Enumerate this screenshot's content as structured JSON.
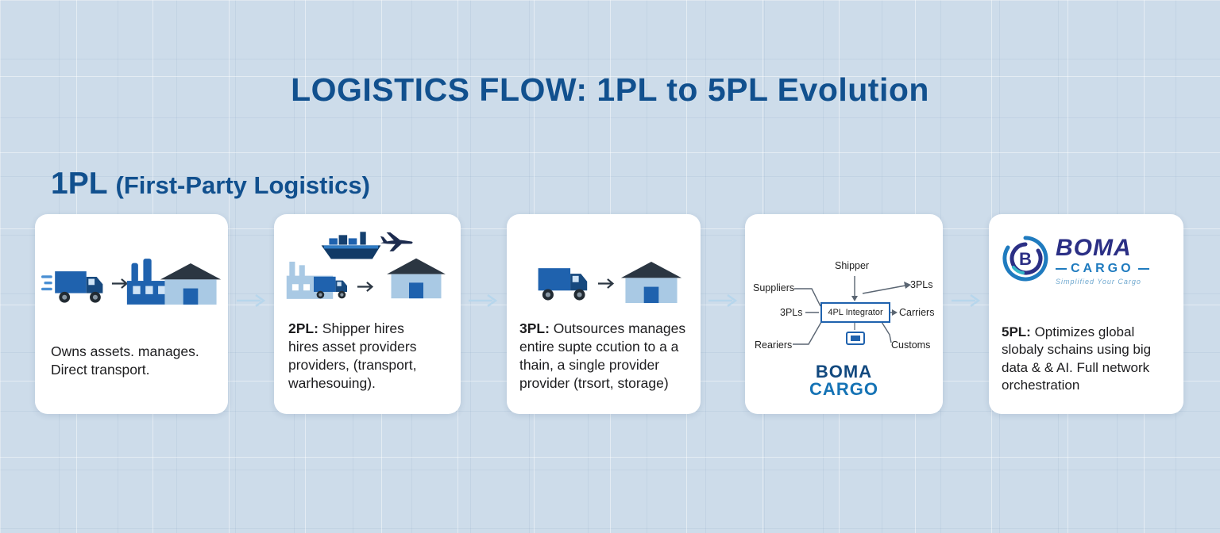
{
  "header": {
    "title": "LOGISTICS FLOW: 1PL to 5PL Evolution"
  },
  "section": {
    "heading_strong": "1PL",
    "heading_rest": "(First-Party Logistics)"
  },
  "cards": [
    {
      "name": "1PL",
      "label": "",
      "text": "Owns assets. manages.\nDirect transport.",
      "icons": [
        "truck-icon",
        "arrow-icon",
        "factory-icon",
        "warehouse-icon"
      ]
    },
    {
      "name": "2PL",
      "label": "2PL:",
      "text": " Shipper hires\nhires asset providers\nproviders, (transport,\nwarhesouing).",
      "icons": [
        "cargo-ship-icon",
        "airplane-icon",
        "factory-icon",
        "truck-icon",
        "arrow-icon",
        "warehouse-icon"
      ]
    },
    {
      "name": "3PL",
      "label": "3PL:",
      "text": " Outsources manages\nentire supte ccution to a a\nthain, a single provider\nprovider (trsort, storage)",
      "icons": [
        "truck-icon",
        "arrow-icon",
        "warehouse-icon"
      ]
    },
    {
      "name": "4PL",
      "network": {
        "top": "Shipper",
        "left1": "Suppliers",
        "left2": "3PLs",
        "left3": "Reariers",
        "center": "4PL Integrator",
        "right1": "3PLs",
        "right2": "Carriers",
        "right3": "Customs"
      },
      "logo": {
        "line1": "BOMA",
        "line2": "CARGO"
      },
      "icons": [
        "network-diagram",
        "device-icon"
      ]
    },
    {
      "name": "5PL",
      "label": "5PL:",
      "text": " Optimizes global\nslobaly schains using big\ndata & & AI. Full network\norchestration",
      "logo": {
        "line1": "BOMA",
        "line2": "CARGO",
        "tagline": "Simplified Your Cargo",
        "monogram": "B"
      },
      "icons": [
        "boma-emblem-icon"
      ]
    }
  ],
  "colors": {
    "background": "#cddcea",
    "title_blue": "#11508e",
    "card_bg": "#ffffff",
    "text": "#1d1d1f",
    "icon_blue": "#1f62ae",
    "icon_dark_blue": "#15406f",
    "icon_light_blue": "#a9c9e4",
    "icon_dark": "#2b3642",
    "flow_arrow": "#b7d6ec",
    "logo_navy": "#2b2f85",
    "logo_blue": "#1f7bbf",
    "network_line": "#5a6572"
  }
}
